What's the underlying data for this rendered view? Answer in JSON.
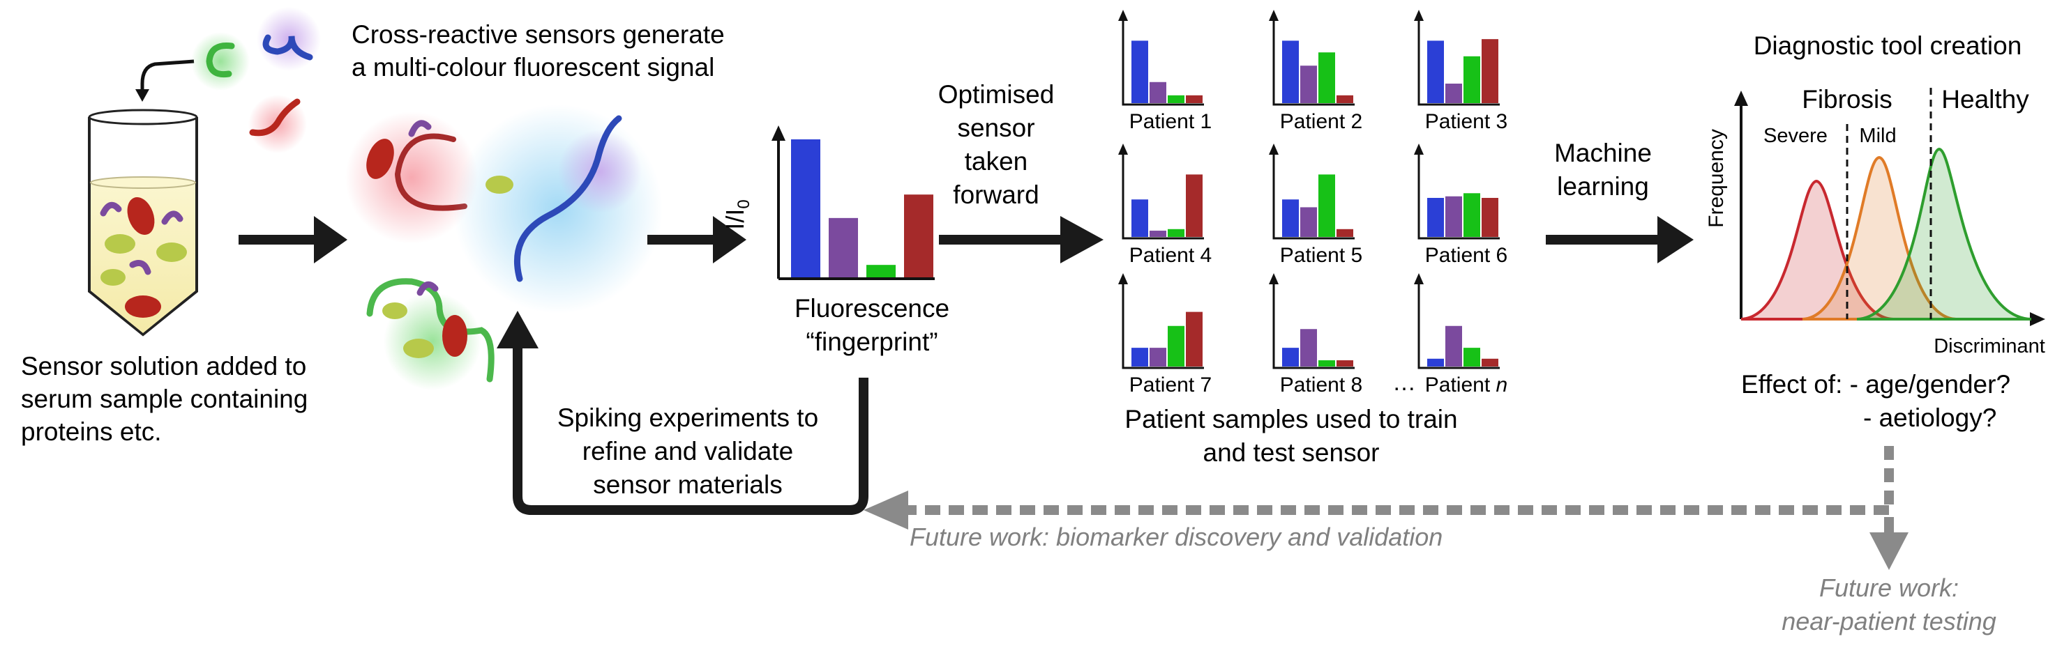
{
  "colors": {
    "blue": "#2b3fd6",
    "purple": "#7b4a9e",
    "green": "#17c117",
    "red": "#a52a2a",
    "arrow": "#1a1a1a",
    "dashed": "#8a8a8a",
    "severe": "#c8282f",
    "mild": "#e07b27",
    "healthy": "#2e9e2e"
  },
  "icons": [
    "test-tube-icon",
    "sensor-molecule-icon",
    "fluorescence-burst-icon",
    "right-arrow-icon",
    "feedback-arrow-icon",
    "dashed-arrow-icon"
  ],
  "sample": {
    "label_lines": [
      "Sensor solution added to",
      "serum sample containing",
      "proteins etc."
    ]
  },
  "sensors": {
    "label_lines": [
      "Cross-reactive sensors generate",
      "a multi-colour fluorescent signal"
    ]
  },
  "fingerprint": {
    "y_label": "I/I",
    "y_label_sub": "0",
    "bars": [
      1.0,
      0.43,
      0.09,
      0.6
    ],
    "label_lines": [
      "Fluorescence",
      "“fingerprint”"
    ]
  },
  "optimised": {
    "label_lines": [
      "Optimised",
      "sensor",
      "taken",
      "forward"
    ]
  },
  "spiking": {
    "label_lines": [
      "Spiking experiments to",
      "refine and validate",
      "sensor materials"
    ]
  },
  "patients": {
    "grid": [
      {
        "label": "Patient 1",
        "bars": [
          0.8,
          0.27,
          0.1,
          0.1
        ]
      },
      {
        "label": "Patient 2",
        "bars": [
          0.8,
          0.48,
          0.65,
          0.1
        ]
      },
      {
        "label": "Patient 3",
        "bars": [
          0.8,
          0.25,
          0.6,
          0.82
        ]
      },
      {
        "label": "Patient 4",
        "bars": [
          0.48,
          0.08,
          0.1,
          0.8
        ]
      },
      {
        "label": "Patient 5",
        "bars": [
          0.48,
          0.38,
          0.8,
          0.1
        ]
      },
      {
        "label": "Patient 6",
        "bars": [
          0.5,
          0.52,
          0.56,
          0.5
        ]
      },
      {
        "label": "Patient 7",
        "bars": [
          0.24,
          0.24,
          0.52,
          0.7
        ]
      },
      {
        "label": "Patient 8",
        "bars": [
          0.24,
          0.48,
          0.08,
          0.08
        ]
      },
      {
        "label": "Patient",
        "label_italic": "n",
        "bars": [
          0.1,
          0.52,
          0.24,
          0.1
        ]
      }
    ],
    "ellipsis": "…",
    "caption_lines": [
      "Patient samples used to train",
      "and test sensor"
    ]
  },
  "machine": {
    "label_lines": [
      "Machine",
      "learning"
    ]
  },
  "diagnostic": {
    "title": "Diagnostic tool creation",
    "y_label": "Frequency",
    "x_label": "Discriminant",
    "fibrosis": "Fibrosis",
    "healthy": "Healthy",
    "severe": "Severe",
    "mild": "Mild",
    "effect_lines": [
      "Effect of:  - age/gender?",
      "- aetiology?"
    ]
  },
  "future": {
    "biomarker": "Future work: biomarker discovery and validation",
    "near_patient_lines": [
      "Future work:",
      "near-patient testing"
    ]
  }
}
